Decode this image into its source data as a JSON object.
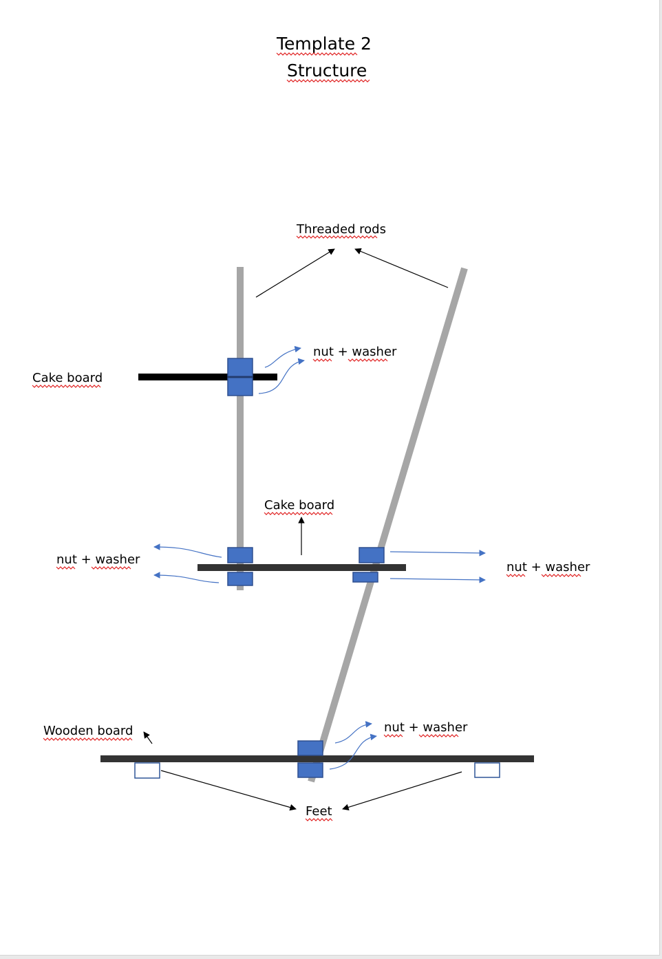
{
  "title": {
    "line1": "Template 2",
    "line2": "Structure"
  },
  "labels": {
    "threaded_rods": "Threaded rods",
    "nut_washer_top": "nut + washer",
    "cake_board_top": "Cake board",
    "cake_board_middle": "Cake board",
    "nut_washer_middle_left": "nut + washer",
    "nut_washer_middle_right": "nut + washer",
    "wooden_board": "Wooden board",
    "nut_washer_bottom": "nut + washer",
    "feet": "Feet"
  },
  "colors": {
    "rod": "#a6a6a6",
    "nut": "#4472c4",
    "nut_border": "#2f4f8f",
    "board_top": "#000000",
    "board_other": "#333333",
    "foot_border": "#2f5597",
    "arrow_black": "#000000",
    "arrow_blue": "#4472c4",
    "spellcheck": "#e02020"
  }
}
